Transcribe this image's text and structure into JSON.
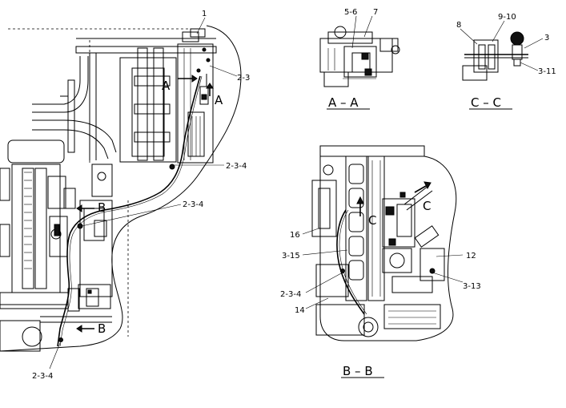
{
  "callouts": {
    "c1": "1",
    "c2_3": "2-3",
    "c2_3_4_a": "2-3-4",
    "c2_3_4_b": "2-3-4",
    "c2_3_4_c": "2-3-4",
    "c2_3_4_d": "2-3-4",
    "c5_6": "5-6",
    "c7": "7",
    "c8": "8",
    "c9_10": "9-10",
    "c3": "3",
    "c3_11": "3-11",
    "c16": "16",
    "c3_15": "3-15",
    "c12": "12",
    "c3_13": "3-13",
    "c14": "14"
  },
  "markers": {
    "a1": "A",
    "a2": "A",
    "b1": "B",
    "b2": "B",
    "cc1": "C",
    "cc2": "C"
  },
  "sections": {
    "aa": "A – A",
    "cc": "C – C",
    "bb": "B – B"
  }
}
